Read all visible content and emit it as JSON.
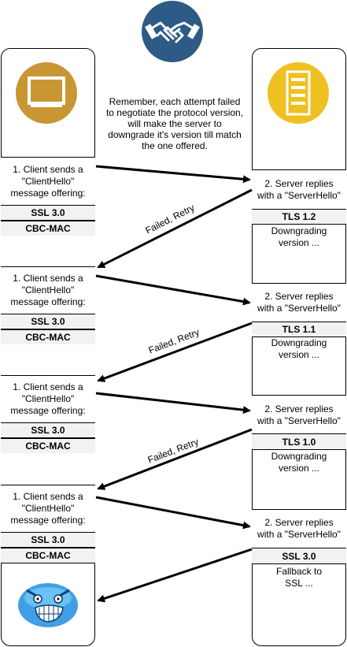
{
  "note": "Remember, each attempt failed to negotiate the protocol version, will make the server to downgrade it's version till match the one offered.",
  "client_steps": [
    {
      "text": "1. Client sends a \"ClientHello\" message offering:",
      "proto": "SSL 3.0",
      "mac": "CBC-MAC"
    },
    {
      "text": "1. Client sends a \"ClientHello\" message offering:",
      "proto": "SSL 3.0",
      "mac": "CBC-MAC"
    },
    {
      "text": "1. Client sends a \"ClientHello\" message offering:",
      "proto": "SSL 3.0",
      "mac": "CBC-MAC"
    },
    {
      "text": "1. Client sends a \"ClientHello\" message offering:",
      "proto": "SSL 3.0",
      "mac": "CBC-MAC"
    }
  ],
  "server_steps": [
    {
      "text": "2. Server replies with a \"ServerHello\"",
      "proto": "TLS 1.2",
      "status": "Downgrading version ..."
    },
    {
      "text": "2. Server replies with a \"ServerHello\"",
      "proto": "TLS 1.1",
      "status": "Downgrading version ..."
    },
    {
      "text": "2. Server replies with a \"ServerHello\"",
      "proto": "TLS 1.0",
      "status": "Downgrading version ..."
    },
    {
      "text": "2. Server replies with a \"ServerHello\"",
      "proto": "SSL 3.0",
      "status": "Fallback to SSL ..."
    }
  ],
  "retry_labels": [
    "Failed, Retry",
    "Failed, Retry",
    "Failed, Retry"
  ],
  "icons": {
    "top": "handshake-icon",
    "client": "monitor-icon",
    "server": "server-icon",
    "end": "rage-face-icon"
  },
  "colors": {
    "handshake_bg": "#2d5b86",
    "client_bg": "#c89632",
    "server_bg": "#eec021",
    "tag_bg": "#f2f2f2"
  }
}
